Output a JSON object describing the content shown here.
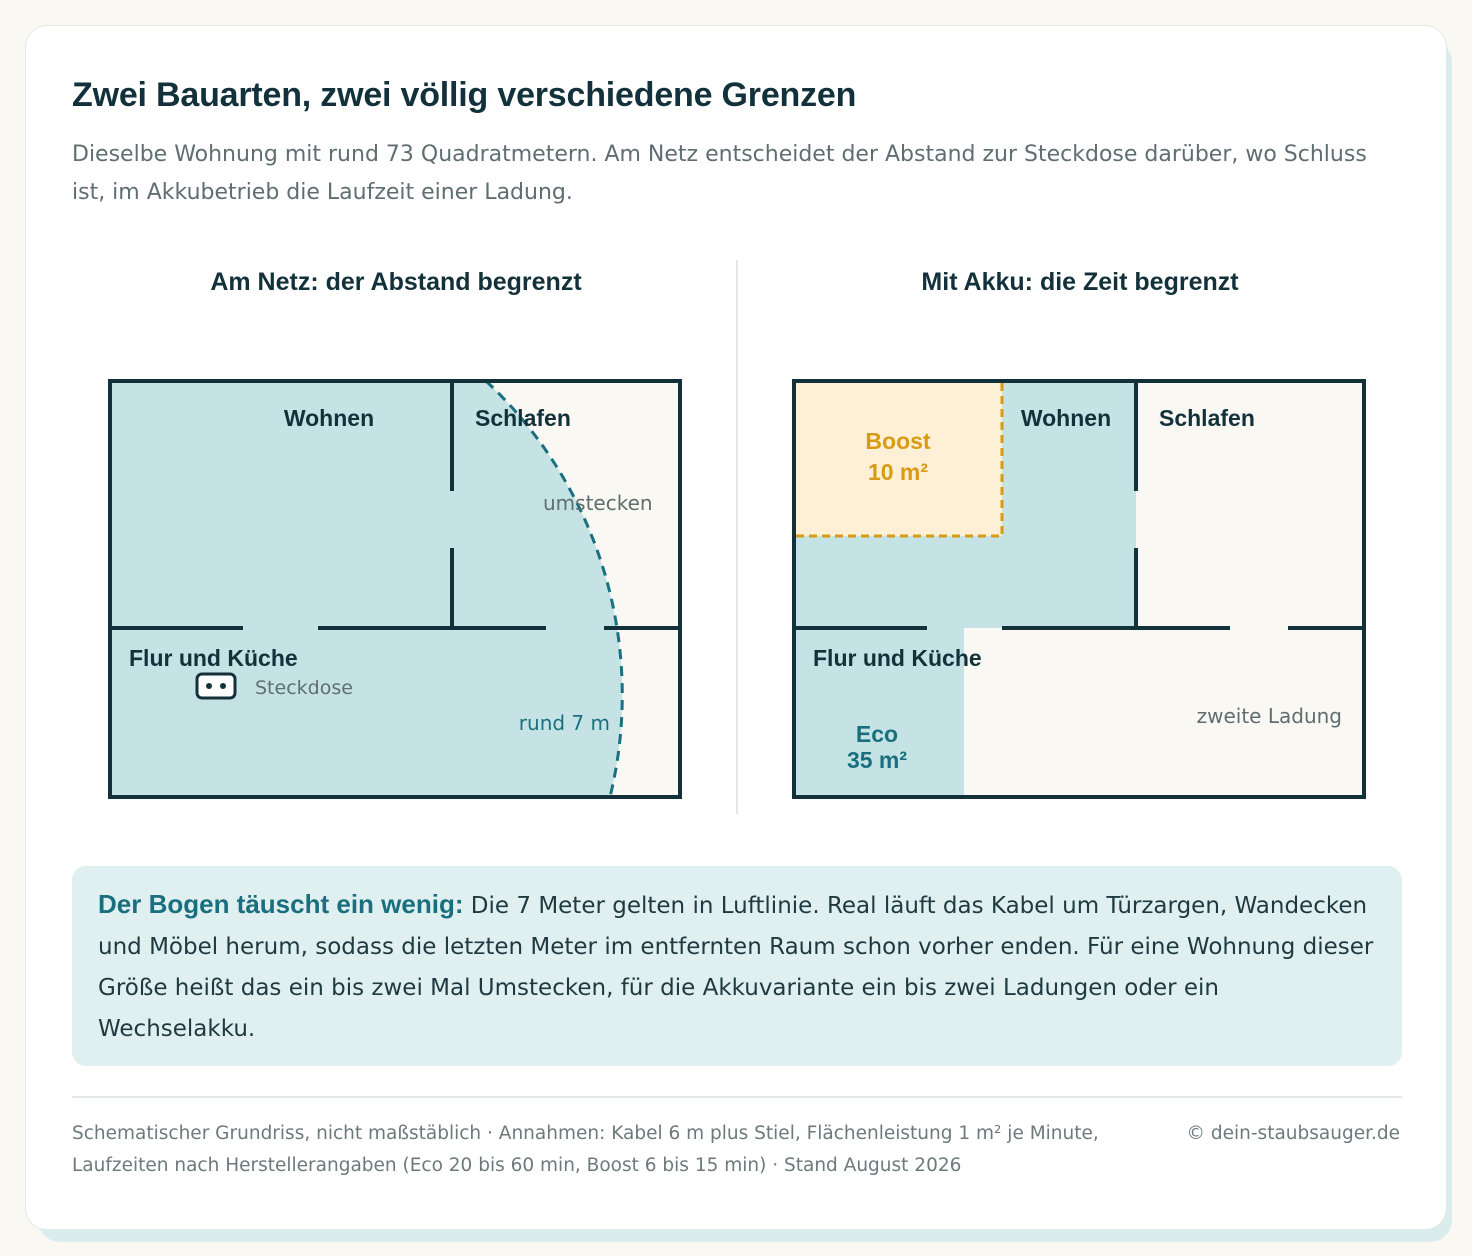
{
  "title": "Zwei Bauarten, zwei völlig verschiedene Grenzen",
  "subtitle": "Dieselbe Wohnung mit rund 73 Quadratmetern. Am Netz entscheidet der Abstand zur Steckdose darüber, wo Schluss ist, im Akkubetrieb die Laufzeit einer Ladung.",
  "left_panel": {
    "title": "Am Netz: der Abstand begrenzt",
    "rooms": {
      "wohnen": "Wohnen",
      "schlafen": "Schlafen",
      "flur": "Flur und Küche"
    },
    "socket_label": "Steckdose",
    "replug_label": "umstecken",
    "radius_label": "rund 7 m"
  },
  "right_panel": {
    "title": "Mit Akku: die Zeit begrenzt",
    "rooms": {
      "wohnen": "Wohnen",
      "schlafen": "Schlafen",
      "flur": "Flur und Küche"
    },
    "boost_label": "Boost",
    "boost_area": "10 m²",
    "eco_label": "Eco",
    "eco_area": "35 m²",
    "second_charge_label": "zweite Ladung"
  },
  "note": {
    "lead": "Der Bogen täuscht ein wenig:",
    "text": " Die 7 Meter gelten in Luftlinie. Real läuft das Kabel um Türzargen, Wandecken und Möbel herum, sodass die letzten Meter im entfernten Raum schon vorher enden. Für eine Wohnung dieser Größe heißt das ein bis zwei Mal Umstecken, für die Akkuvariante ein bis zwei Ladungen oder ein Wechselakku."
  },
  "footer": {
    "source": "Schematischer Grundriss, nicht maßstäblich · Annahmen: Kabel 6 m plus Stiel, Flächenleistung 1 m² je Minute, Laufzeiten nach Herstellerangaben (Eco 20 bis 60 min, Boost 6 bis 15 min) · Stand August 2026",
    "copyright": "© dein-staubsauger.de"
  },
  "colors": {
    "wall": "#13313a",
    "covered": "#c5e3e5",
    "uncovered": "#faf8f3",
    "boost_fill": "#fdf0d6",
    "boost_accent": "#d99b14",
    "arc": "#1a7080",
    "note_bg": "#e0f0f0"
  }
}
